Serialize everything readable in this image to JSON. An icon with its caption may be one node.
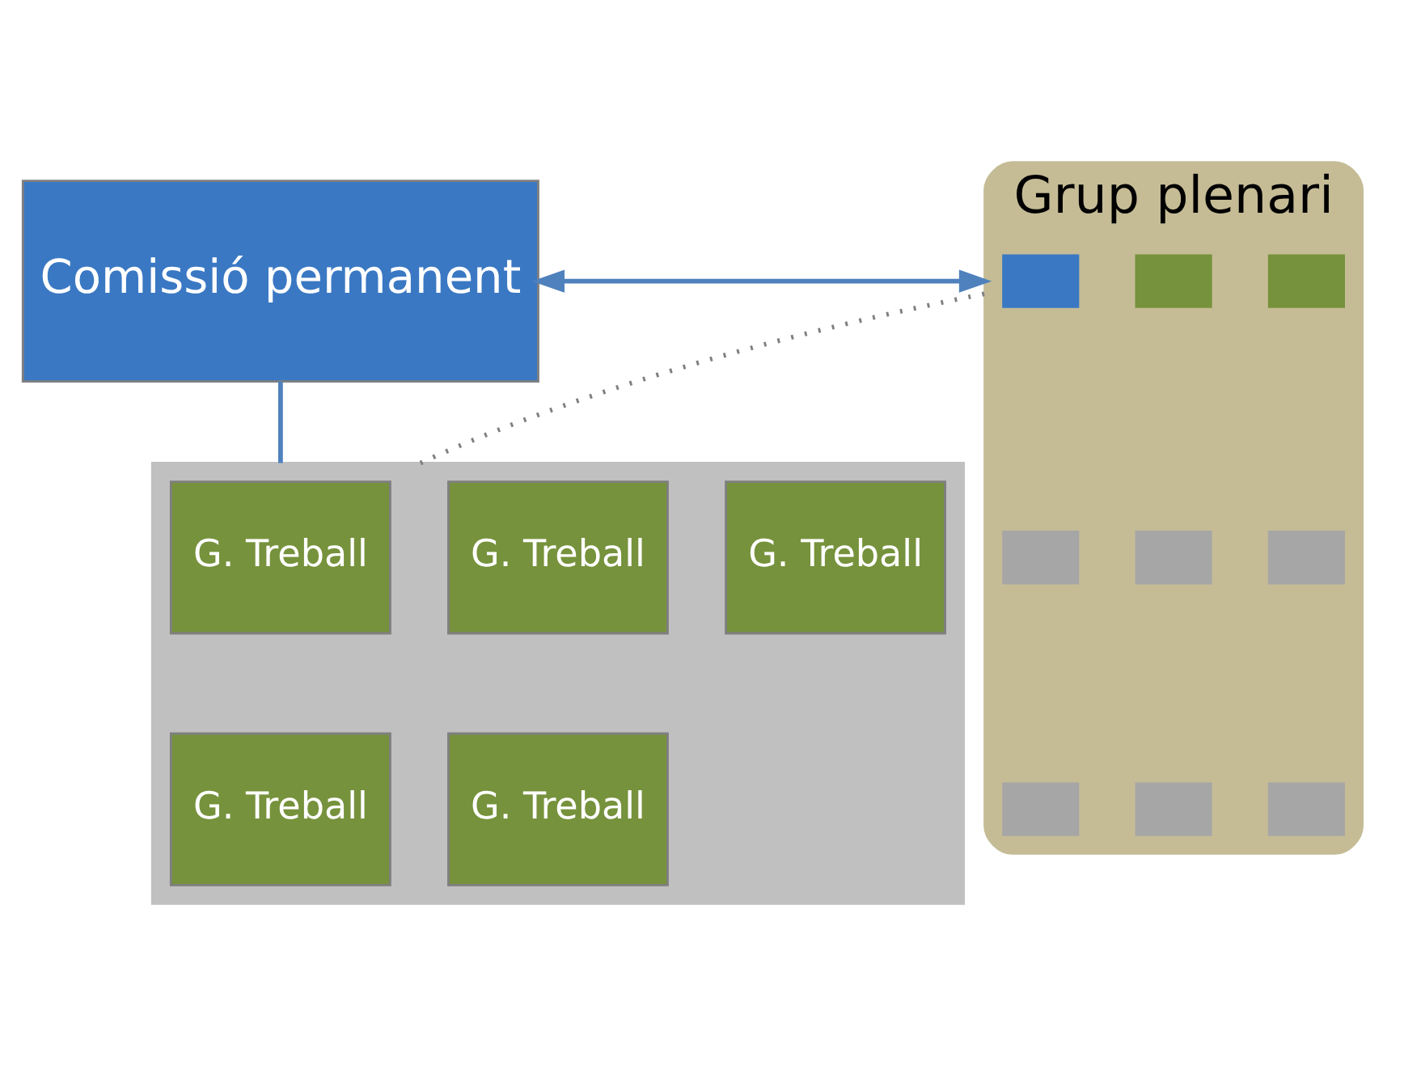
{
  "diagram": {
    "nodes": [
      {
        "text": [
          "Comissió permanent"
        ]
      },
      {
        "text": [
          "Grup plenari"
        ]
      },
      {
        "text": [],
        "shape": "box",
        "in": 1
      },
      {
        "text": [],
        "shape": "box",
        "in": 1
      },
      {
        "text": [],
        "shape": "box",
        "in": 1
      },
      {
        "text": [],
        "shape": "box",
        "in": 1
      },
      {
        "text": [],
        "shape": "box",
        "in": 1
      },
      {
        "text": [],
        "shape": "box",
        "in": 1
      },
      {
        "text": [],
        "shape": "box",
        "in": 1
      },
      {
        "text": [],
        "shape": "box",
        "in": 1
      },
      {
        "text": [],
        "shape": "box",
        "in": 1
      },
      {
        "text": [],
        "shape": "box"
      },
      {
        "text": [
          "G. Treball"
        ],
        "in": 11
      },
      {
        "text": [
          "G. Treball"
        ],
        "in": 11
      },
      {
        "text": [
          "G. Treball"
        ],
        "in": 11
      },
      {
        "text": [
          "G. Treball"
        ],
        "in": 11
      },
      {
        "text": [
          "G. Treball"
        ],
        "in": 11
      }
    ],
    "edges": [
      {
        "from": 0,
        "to": 1,
        "arrow": "both"
      },
      {
        "from": 0,
        "to": 11,
        "arrow": "none"
      },
      {
        "from": 11,
        "to": 1,
        "arrow": "none",
        "style": "dashed"
      }
    ]
  }
}
